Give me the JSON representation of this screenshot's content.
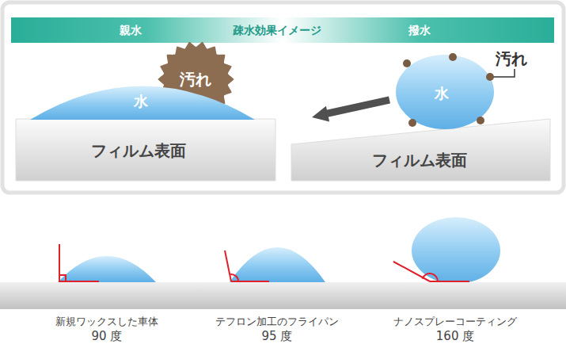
{
  "diagram": {
    "nodes": [
      {
        "text": [
          "親水",
          "疎水効果イメージ",
          "撥水"
        ]
      },
      {
        "text": [
          "フィルム表面"
        ]
      },
      {
        "text": [
          "水"
        ]
      },
      {
        "text": [
          "汚れ"
        ]
      },
      {
        "text": [
          "フィルム表面"
        ]
      },
      {
        "text": [
          "水"
        ]
      }
    ],
    "labels": [
      "汚れ",
      "新規ワックスした車体",
      "90 度",
      "テフロン加工のフライパン",
      "95 度",
      "ナノスプレーコーティング",
      "160 度"
    ]
  }
}
